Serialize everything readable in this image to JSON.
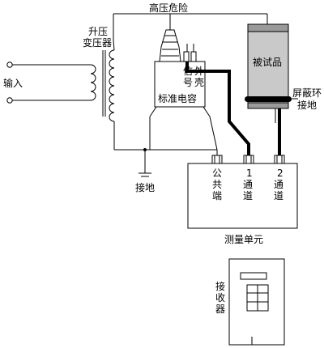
{
  "labels": {
    "high_voltage_warning": "高压危险",
    "step_up_transformer_line1": "升压",
    "step_up_transformer_line2": "变压器",
    "input": "输入",
    "signal_chars": [
      "信",
      "号"
    ],
    "shell_chars": [
      "外",
      "壳"
    ],
    "standard_capacitor": "标准电容",
    "test_object": "被试品",
    "shield_ring_line1": "屏蔽环",
    "shield_ring_line2": "接地",
    "ground": "接地",
    "common_terminal_chars": [
      "公",
      "共",
      "端"
    ],
    "channel1_chars": [
      "1",
      "通",
      "道"
    ],
    "channel2_chars": [
      "2",
      "通",
      "道"
    ],
    "measurement_unit": "测量单元",
    "receiver_chars": [
      "接",
      "收",
      "器"
    ]
  },
  "colors": {
    "line": "#000000",
    "test_object_fill": "#c9c9c9",
    "test_object_shade": "#9a9a9a",
    "background": "#ffffff"
  },
  "icons": {
    "ground_symbol": "ground-icon",
    "input_terminals": "open-circle-terminal-icon",
    "transformer": "transformer-coil-icon",
    "receiver_keypad": "keypad-icon",
    "receiver_display": "display-icon"
  }
}
